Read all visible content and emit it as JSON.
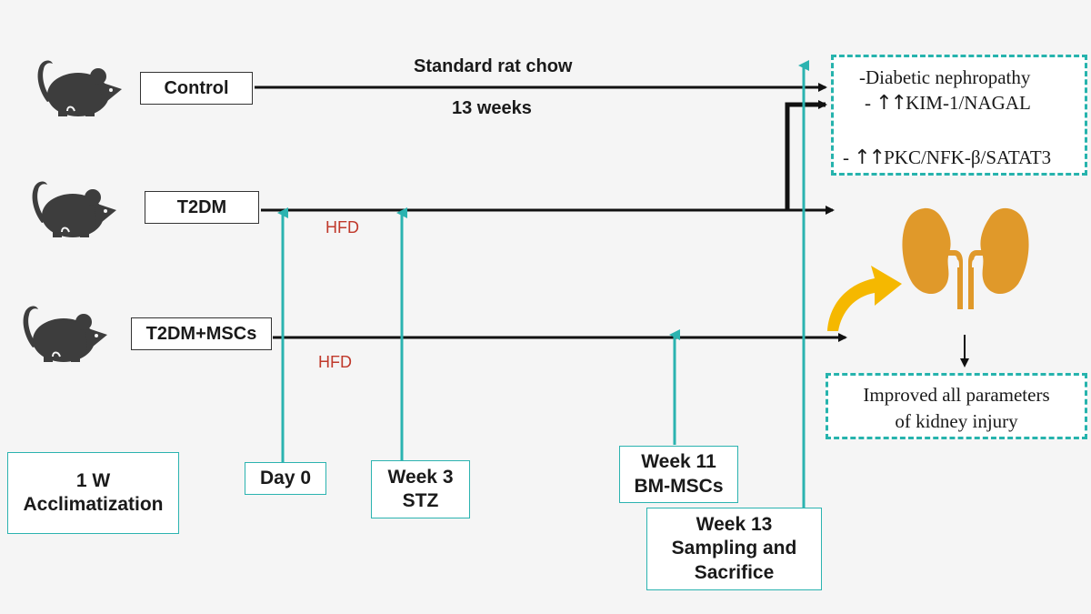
{
  "groups": {
    "control": "Control",
    "t2dm": "T2DM",
    "t2dm_mscs": "T2DM+MSCs"
  },
  "timeline": {
    "diet_label": "Standard rat chow",
    "duration_label": "13 weeks",
    "hfd_label_1": "HFD",
    "hfd_label_2": "HFD"
  },
  "time_points": {
    "acclimatization": [
      "1 W",
      "Acclimatization"
    ],
    "day0": [
      "Day 0"
    ],
    "week3": [
      "Week 3",
      "STZ"
    ],
    "week11": [
      "Week 11",
      "BM-MSCs"
    ],
    "week13": [
      "Week 13",
      "Sampling and",
      "Sacrifice"
    ]
  },
  "outcomes": {
    "line1": "-Diabetic nephropathy",
    "line2_prefix": "- ",
    "line2_arrows": "↑↑",
    "line2_text": "KIM-1/NAGAL",
    "line3_prefix": "- ",
    "line3_arrows": "↑↑",
    "line3_text": "PKC/NFK-β/SATAT3"
  },
  "result": {
    "line1": "Improved all parameters",
    "line2": "of kidney injury"
  },
  "colors": {
    "teal": "#2bb3b0",
    "rat": "#3d3d3d",
    "kidney": "#e0992a",
    "curved_arrow": "#f5b800",
    "hfd": "#c0392b"
  }
}
